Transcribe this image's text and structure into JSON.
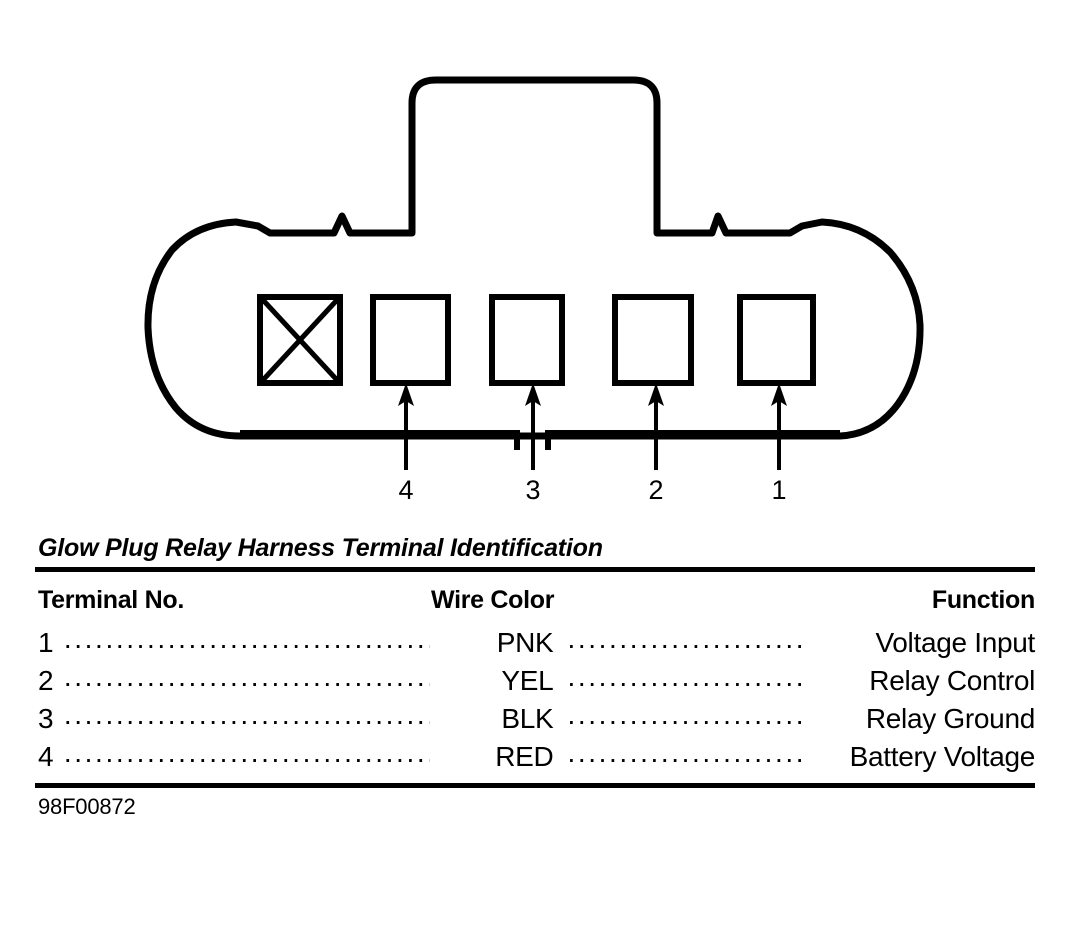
{
  "diagram": {
    "name": "glow-plug-relay-connector",
    "description": "Glow plug relay harness connector face view with five terminal cavities",
    "unused_cavity_marker": "X",
    "cavity_count": 5,
    "callouts": [
      {
        "label": "4",
        "cavity_index": 2
      },
      {
        "label": "3",
        "cavity_index": 3
      },
      {
        "label": "2",
        "cavity_index": 4
      },
      {
        "label": "1",
        "cavity_index": 5
      }
    ],
    "stroke_color": "#000000",
    "fill_color": "#ffffff"
  },
  "table": {
    "title": "Glow Plug Relay Harness Terminal Identification",
    "headers": {
      "terminal": "Terminal No.",
      "wire_color": "Wire Color",
      "function": "Function"
    },
    "leader_left": "..........................................",
    "leader_right": "...........................",
    "rows": [
      {
        "terminal": "1",
        "wire_color": "PNK",
        "function": "Voltage Input"
      },
      {
        "terminal": "2",
        "wire_color": "YEL",
        "function": "Relay Control"
      },
      {
        "terminal": "3",
        "wire_color": "BLK",
        "function": "Relay Ground"
      },
      {
        "terminal": "4",
        "wire_color": "RED",
        "function": "Battery Voltage"
      }
    ]
  },
  "footer": {
    "code": "98F00872"
  }
}
